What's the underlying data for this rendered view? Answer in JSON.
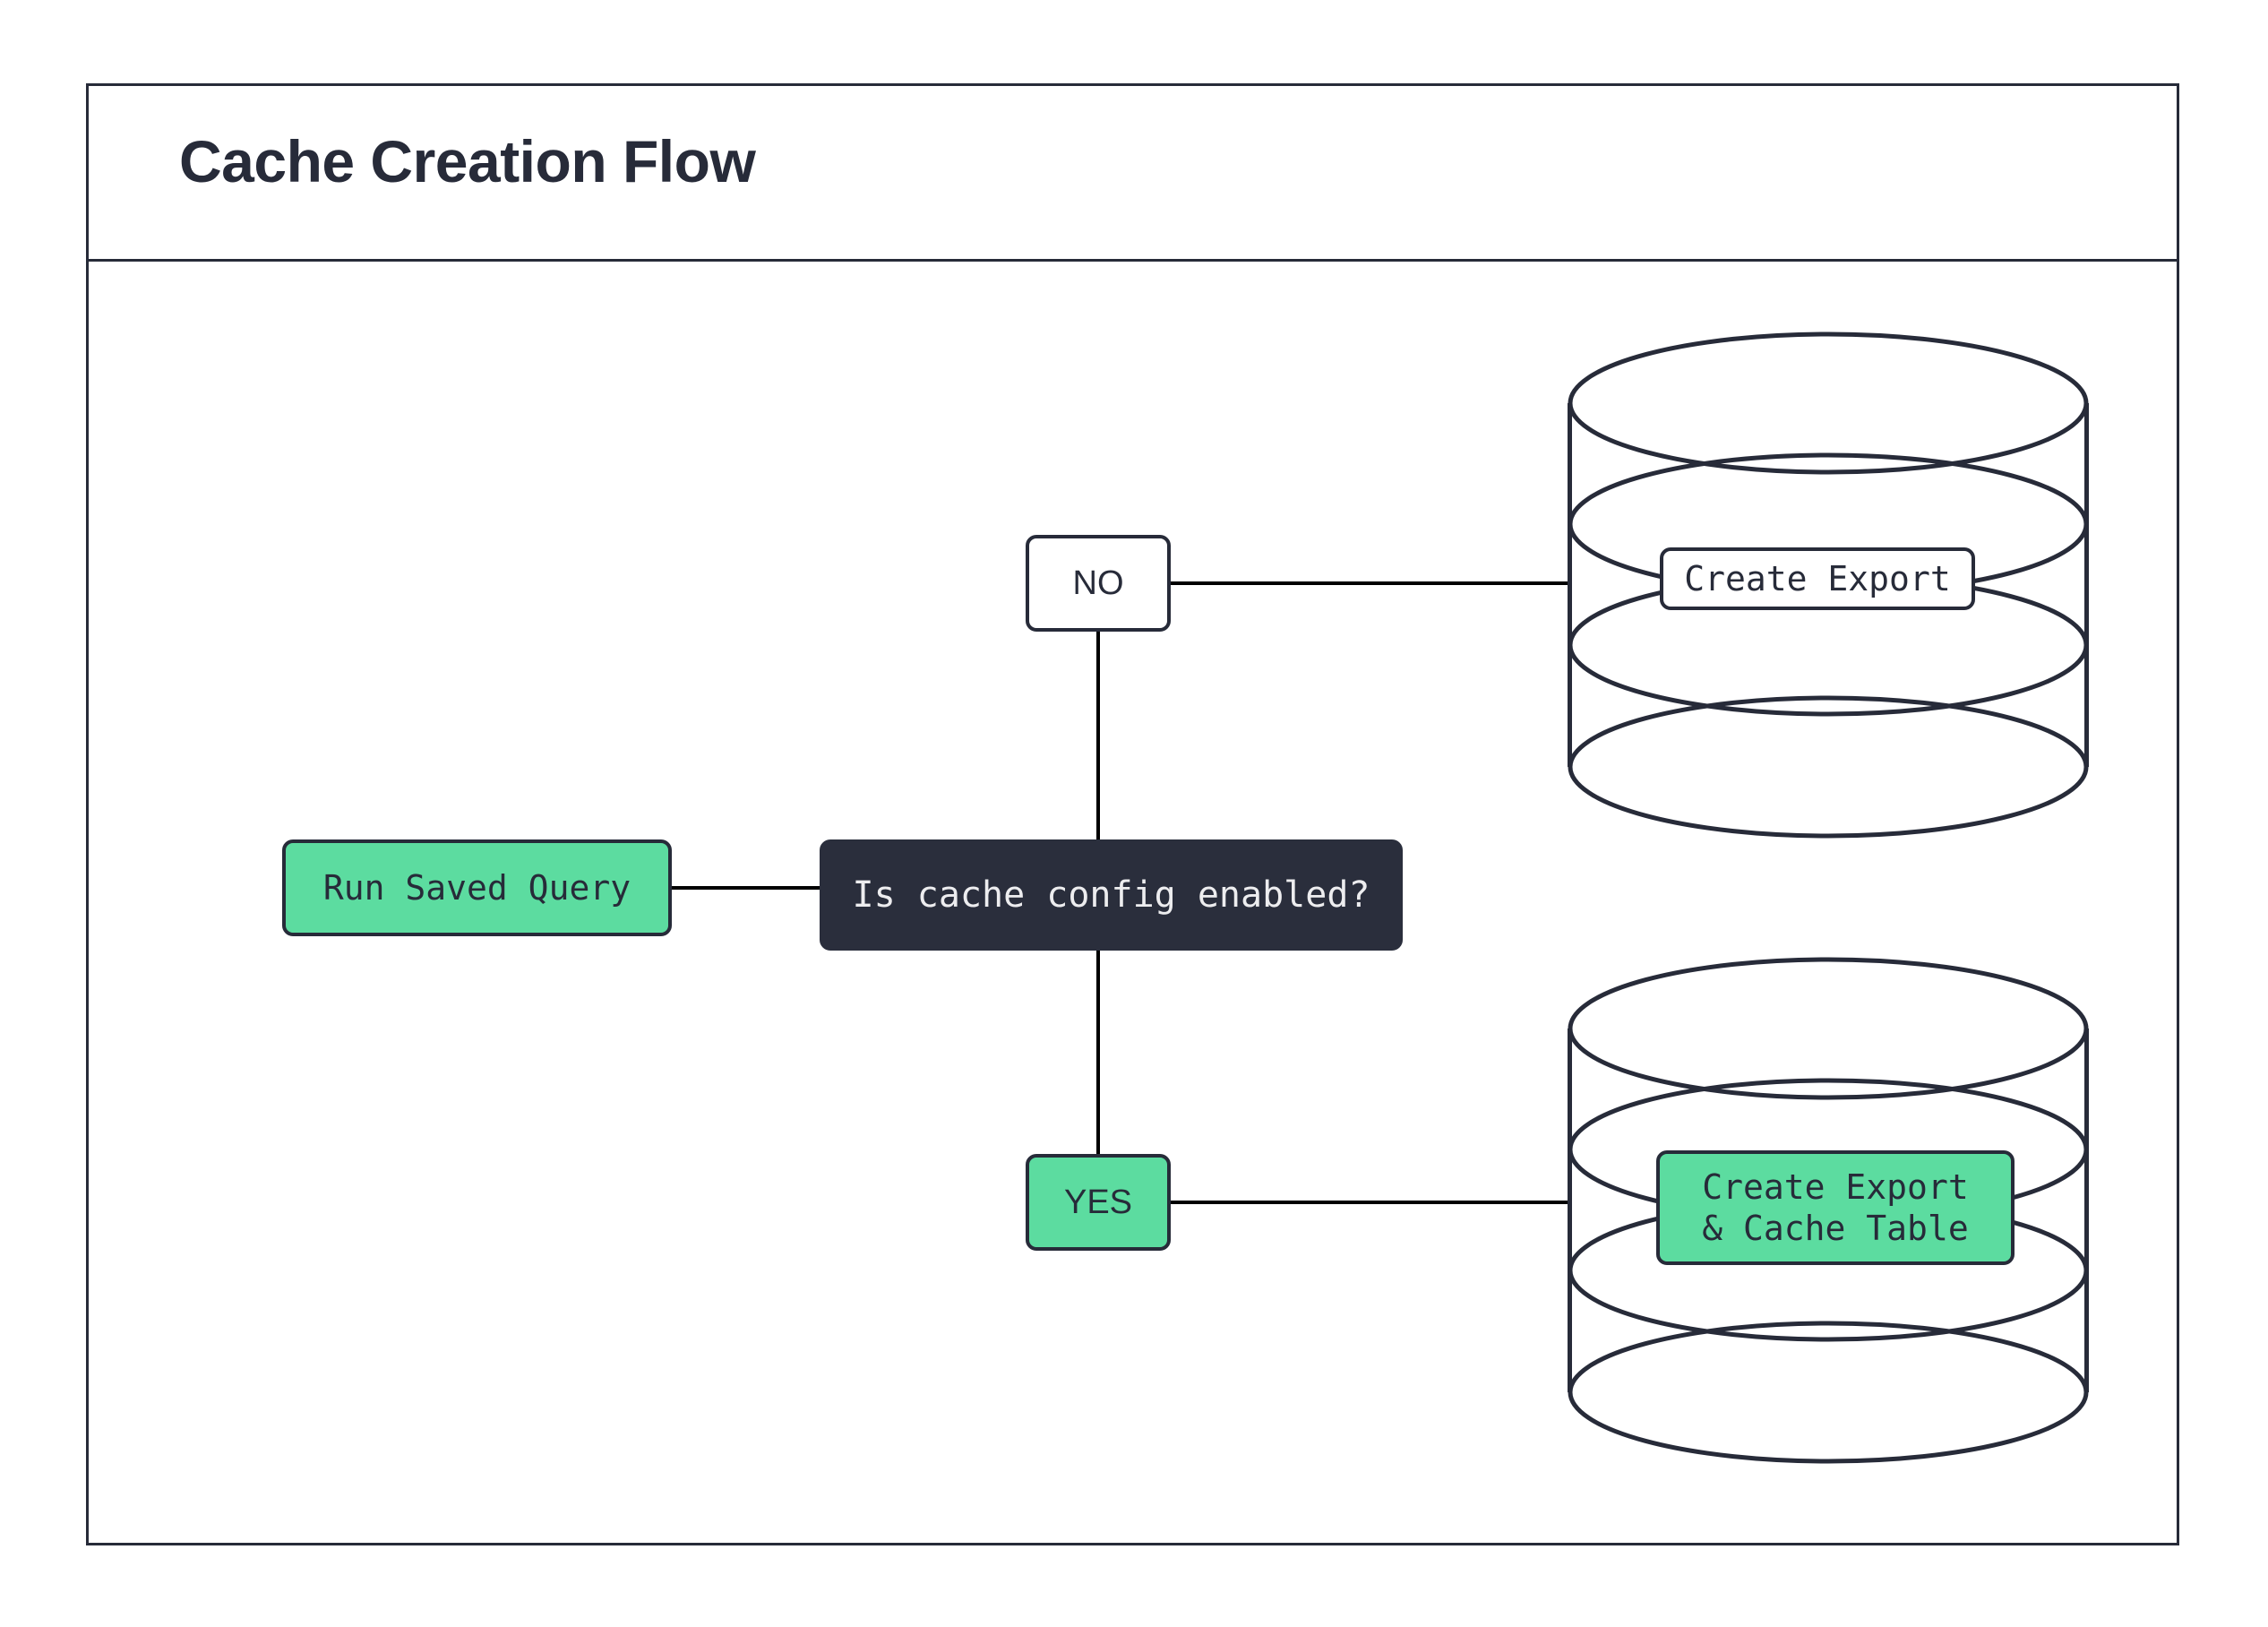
{
  "diagram": {
    "title": "Cache Creation Flow",
    "type": "flowchart",
    "accent_green": "#5CDCA0",
    "accent_dark": "#2A2E3C",
    "stroke": "#272B39",
    "nodes": [
      {
        "id": "run-saved-query",
        "label": "Run Saved Query",
        "shape": "rounded-rect",
        "style": "green"
      },
      {
        "id": "decision",
        "label": "Is cache config enabled?",
        "shape": "rounded-rect",
        "style": "dark"
      },
      {
        "id": "no",
        "label": "NO",
        "shape": "rounded-rect",
        "style": "white"
      },
      {
        "id": "yes",
        "label": "YES",
        "shape": "rounded-rect",
        "style": "green"
      },
      {
        "id": "create-export",
        "label": "Create Export",
        "shape": "database",
        "style": "white"
      },
      {
        "id": "create-export-cache",
        "label": "Create Export\n& Cache Table",
        "shape": "database",
        "style": "green"
      }
    ],
    "edges": [
      {
        "from": "run-saved-query",
        "to": "decision",
        "label": ""
      },
      {
        "from": "decision",
        "to": "no",
        "label": ""
      },
      {
        "from": "decision",
        "to": "yes",
        "label": ""
      },
      {
        "from": "no",
        "to": "create-export",
        "label": ""
      },
      {
        "from": "yes",
        "to": "create-export-cache",
        "label": ""
      }
    ]
  }
}
